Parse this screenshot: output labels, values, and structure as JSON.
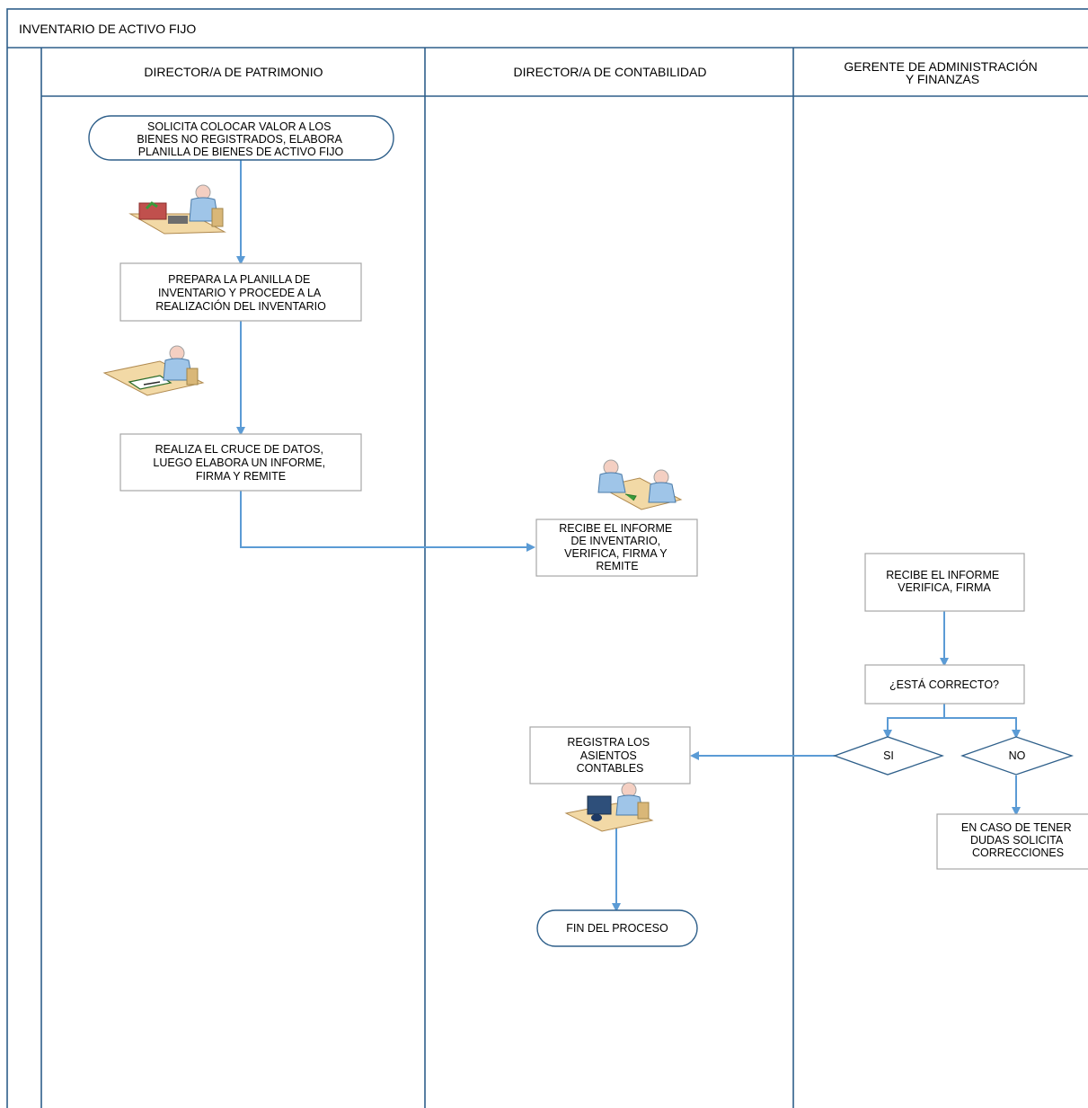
{
  "diagram": {
    "title": "INVENTARIO DE ACTIVO FIJO",
    "lanes": [
      {
        "title_lines": [
          "DIRECTOR/A DE PATRIMONIO"
        ]
      },
      {
        "title_lines": [
          "DIRECTOR/A DE CONTABILIDAD"
        ]
      },
      {
        "title_lines": [
          "GERENTE DE ADMINISTRACIÓN",
          "Y FINANZAS"
        ]
      }
    ],
    "nodes": {
      "start": [
        "SOLICITA COLOCAR VALOR A LOS",
        "BIENES NO REGISTRADOS, ELABORA",
        "PLANILLA DE BIENES DE ACTIVO FIJO"
      ],
      "prepare": [
        "PREPARA LA PLANILLA DE",
        "INVENTARIO Y PROCEDE A LA",
        "REALIZACIÓN DEL INVENTARIO"
      ],
      "cross": [
        "REALIZA EL CRUCE DE DATOS,",
        "LUEGO ELABORA UN INFORME,",
        "FIRMA Y REMITE"
      ],
      "receive_accounting": [
        "RECIBE EL INFORME",
        "DE INVENTARIO,",
        "VERIFICA, FIRMA Y",
        "REMITE"
      ],
      "receive_manager": [
        "RECIBE EL INFORME",
        "VERIFICA, FIRMA"
      ],
      "question": [
        "¿ESTÁ CORRECTO?"
      ],
      "yes": [
        "SI"
      ],
      "no": [
        "NO"
      ],
      "register": [
        "REGISTRA LOS",
        "ASIENTOS",
        "CONTABLES"
      ],
      "doubts": [
        "EN CASO DE TENER",
        "DUDAS SOLICITA",
        "CORRECCIONES"
      ],
      "end": [
        "FIN DEL PROCESO"
      ]
    },
    "icons": [
      "person-desk-box-icon",
      "person-writing-icon",
      "two-people-exchange-icon",
      "person-computer-icon"
    ],
    "colors": {
      "border": "#2e5f8a",
      "arrow": "#5b9bd5",
      "box_border": "#a6a6a6",
      "desk": "#f2d9a6"
    }
  }
}
